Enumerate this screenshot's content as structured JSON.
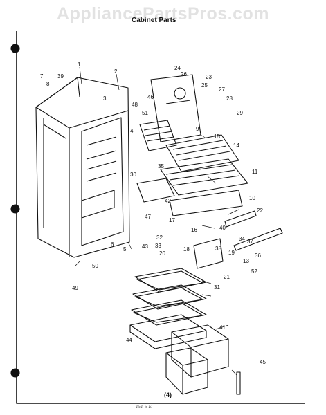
{
  "watermark": "AppliancePartsPros.com",
  "title": "Cabinet Parts",
  "page_number": "(4)",
  "footer_note": "151-6-E",
  "callouts": [
    "1",
    "2",
    "3",
    "4",
    "5",
    "6",
    "7",
    "8",
    "9",
    "10",
    "11",
    "13",
    "14",
    "15",
    "16",
    "17",
    "18",
    "19",
    "20",
    "21",
    "22",
    "23",
    "24",
    "25",
    "26",
    "27",
    "28",
    "29",
    "30",
    "31",
    "32",
    "33",
    "34",
    "35",
    "36",
    "37",
    "38",
    "39",
    "40",
    "41",
    "42",
    "43",
    "44",
    "45",
    "46",
    "47",
    "48",
    "49",
    "50",
    "51",
    "52"
  ],
  "colors": {
    "ink": "#111111",
    "watermark": "#e2e2e2",
    "paper": "#ffffff"
  }
}
